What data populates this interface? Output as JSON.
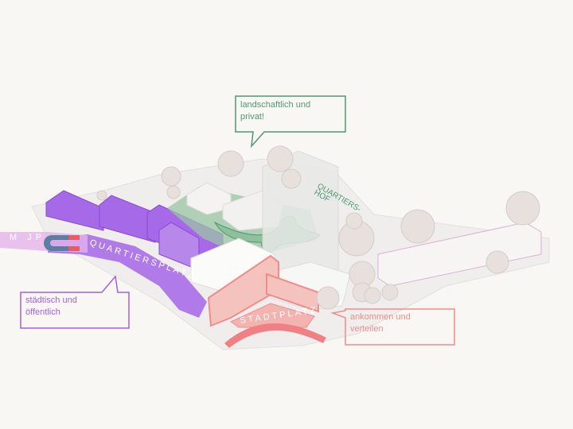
{
  "callouts": {
    "green": {
      "line1": "landschaftlich und",
      "line2": "privat!"
    },
    "purple": {
      "line1": "städtisch und",
      "line2": "öffentlich"
    },
    "pink": {
      "line1": "ankommen und",
      "line2": "verteilen"
    }
  },
  "labels": {
    "quartiersplatz": "QUARTIERSPLATZ",
    "stadtplatz": "STADTPLATZ",
    "quartiershof_1": "QUARTIERS-",
    "quartiershof_2": "HOF",
    "mjp": "M JP"
  },
  "colors": {
    "green": "#4e9a6e",
    "purple": "#a35ee8",
    "pink": "#f08c8c",
    "background": "#f9f7f4"
  }
}
